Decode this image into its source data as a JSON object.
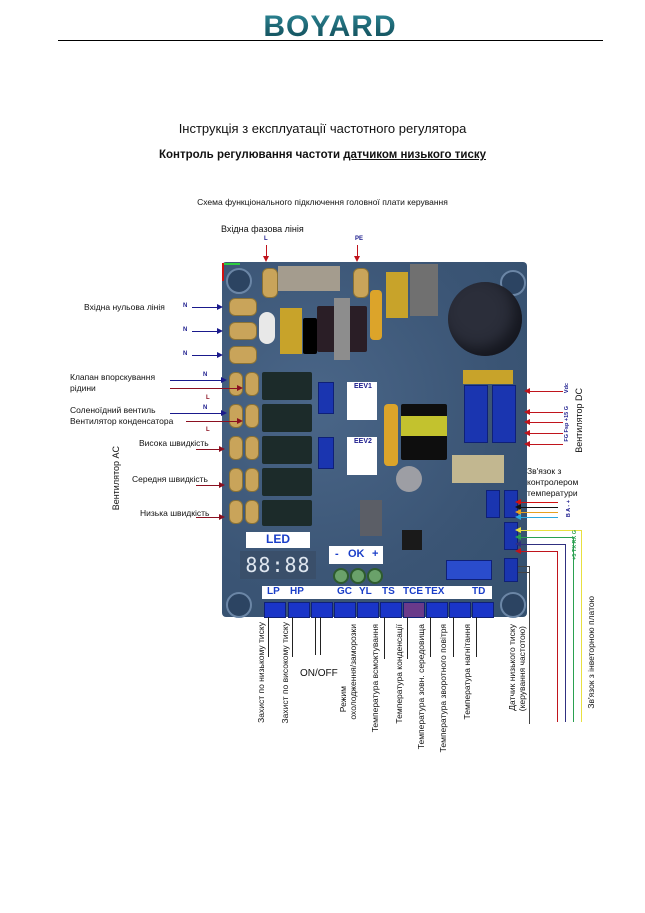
{
  "header": {
    "logo": "BOYARD"
  },
  "document": {
    "title": "Інструкція з експлуатації частотного регулятора",
    "subtitle_prefix": "Контроль регулювання частоти ",
    "subtitle_underlined": "датчиком низького тиску",
    "schema_title": "Схема функціонального підключення головної плати керування"
  },
  "top_labels": {
    "input_phase": "Вхідна фазова лінія",
    "L": "L",
    "PE": "PE"
  },
  "left_labels": {
    "input_neutral": "Вхідна нульова лінія",
    "N": "N",
    "L": "L",
    "injection_valve_line1": "Клапан впорскування",
    "injection_valve_line2": "рідини",
    "solenoid_valve": "Соленоїдний вентиль",
    "condenser_fan": "Вентилятор конденсатора",
    "high_speed": "Висока швидкість",
    "medium_speed": "Середня швидкість",
    "low_speed": "Низька швидкість",
    "fan_ac": "Вентилятор AC"
  },
  "right_labels": {
    "fan_dc": "Вентилятор DC",
    "dc_pins_top": "Vdc",
    "dc_pins_bottom": "FG Fsp +15 G",
    "temp_controller_line1": "Зв'язок з",
    "temp_controller_line2": "контролером",
    "temp_controller_line3": "температури",
    "comm_pins": "B A - +",
    "inverter_pins": "+5 TX RX G",
    "inverter_board": "Зв'язок з інветорною платою",
    "low_pressure_sensor_line1": "Датчик низького тиску",
    "low_pressure_sensor_line2": "(керування частотою)"
  },
  "board": {
    "eev1": "EEV1",
    "eev2": "EEV2",
    "led_label": "LED",
    "led_display": "88:88",
    "buttons": [
      "-",
      "OK",
      "+"
    ],
    "connector_labels": [
      "LP",
      "HP",
      "",
      "GC",
      "YL",
      "TS",
      "TCE",
      "TEX",
      "",
      "TD"
    ]
  },
  "bottom_labels": {
    "low_pressure_protection": "Захист по низькому тиску",
    "high_pressure_protection": "Захист по високому тиску",
    "on_off": "ON/OFF",
    "mode_line1": "Режим",
    "mode_line2": "охолодження/заморозки",
    "suction_temp": "Температура всмоктування",
    "condensation_temp": "Температура конденсації",
    "ambient_temp": "Температура зовн. середовища",
    "return_air_temp": "Температура зворотного повітря",
    "discharge_temp": "Температура нагнітання"
  },
  "colors": {
    "logo": "#1d6a78",
    "board": "#3d5878",
    "arrow_navy": "#1a1a8c",
    "arrow_red": "#8b1020",
    "connector_blue": "#1a35c8",
    "pin_label_blue": "#1a3ec8"
  }
}
